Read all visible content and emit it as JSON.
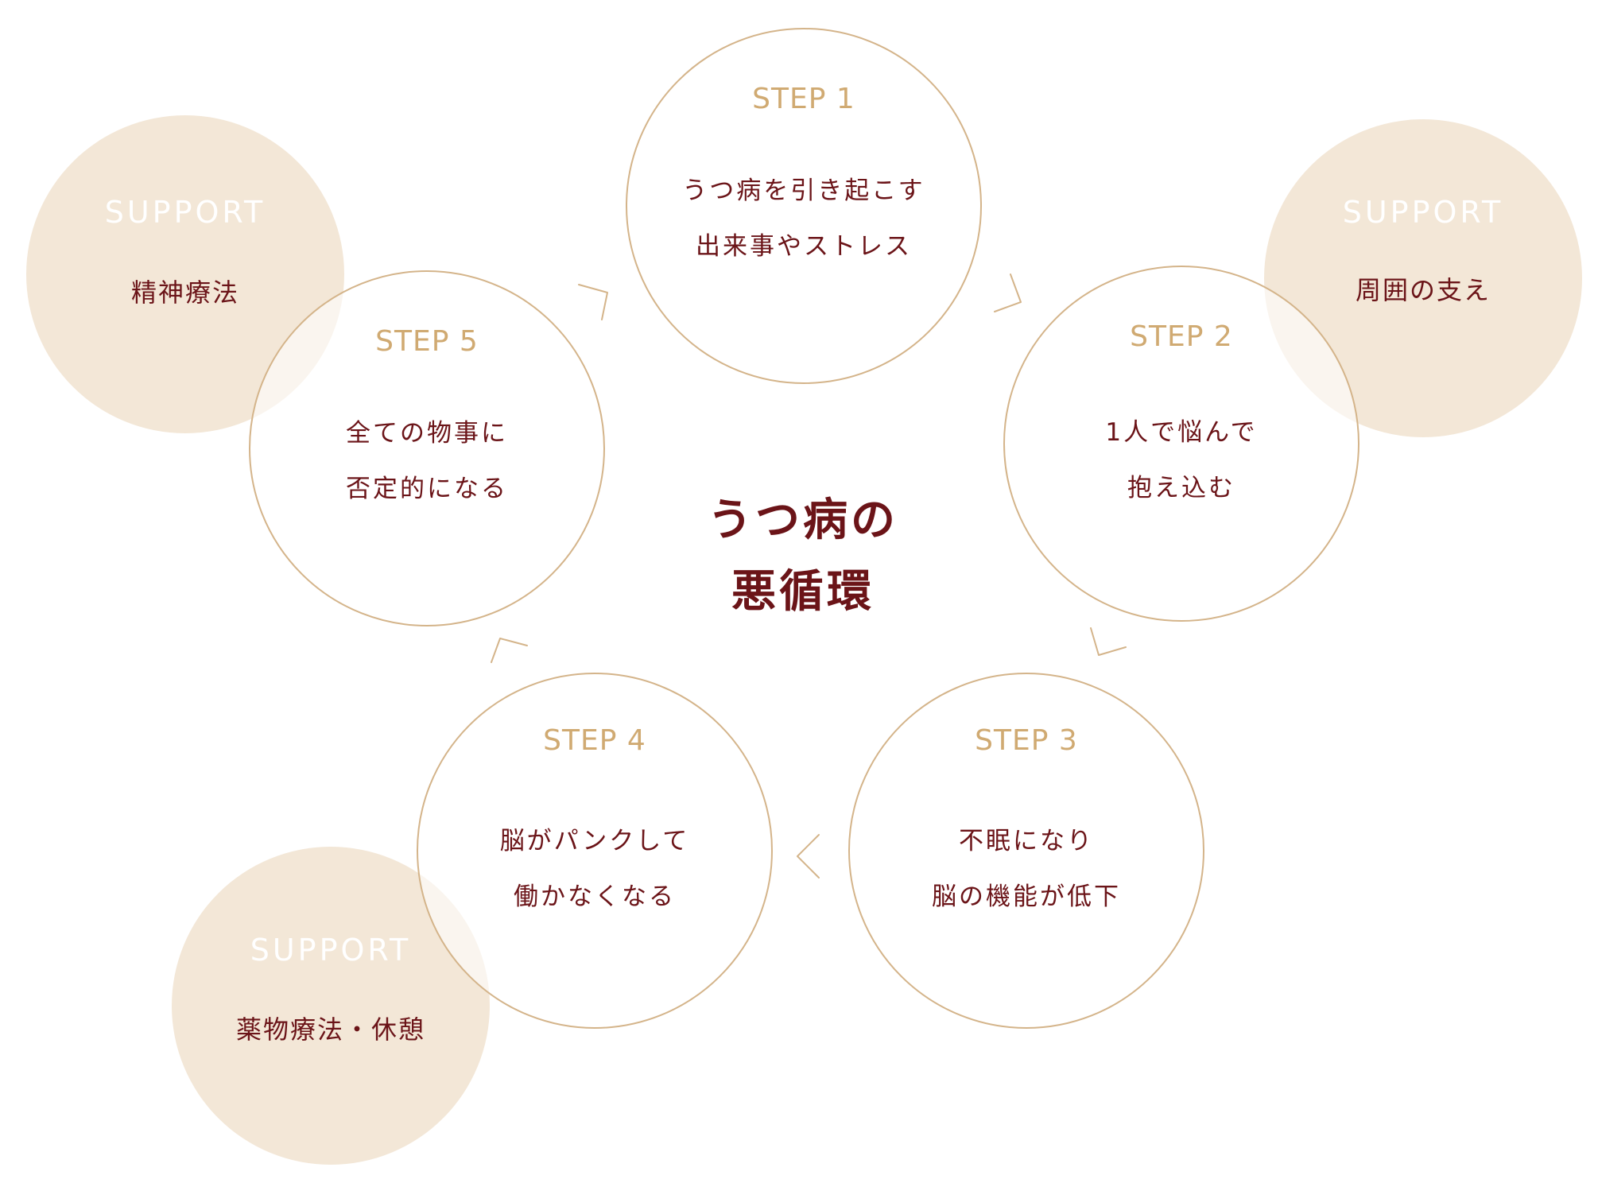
{
  "center_title": {
    "line1": "うつ病の",
    "line2": "悪循環"
  },
  "steps": [
    {
      "label": "STEP 1",
      "line1": "うつ病を引き起こす",
      "line2": "出来事やストレス"
    },
    {
      "label": "STEP 2",
      "line1": "1人で悩んで",
      "line2": "抱え込む"
    },
    {
      "label": "STEP 3",
      "line1": "不眠になり",
      "line2": "脳の機能が低下"
    },
    {
      "label": "STEP 4",
      "line1": "脳がパンクして",
      "line2": "働かなくなる"
    },
    {
      "label": "STEP 5",
      "line1": "全ての物事に",
      "line2": "否定的になる"
    }
  ],
  "supports": [
    {
      "label": "SUPPORT",
      "text": "精神療法"
    },
    {
      "label": "SUPPORT",
      "text": "周囲の支え"
    },
    {
      "label": "SUPPORT",
      "text": "薬物療法・休憩"
    }
  ],
  "colors": {
    "accent_gold": "#d0aa72",
    "text_dark_red": "#6b1418",
    "support_fill": "#f3e7d7",
    "step_border": "#d4b48a"
  }
}
